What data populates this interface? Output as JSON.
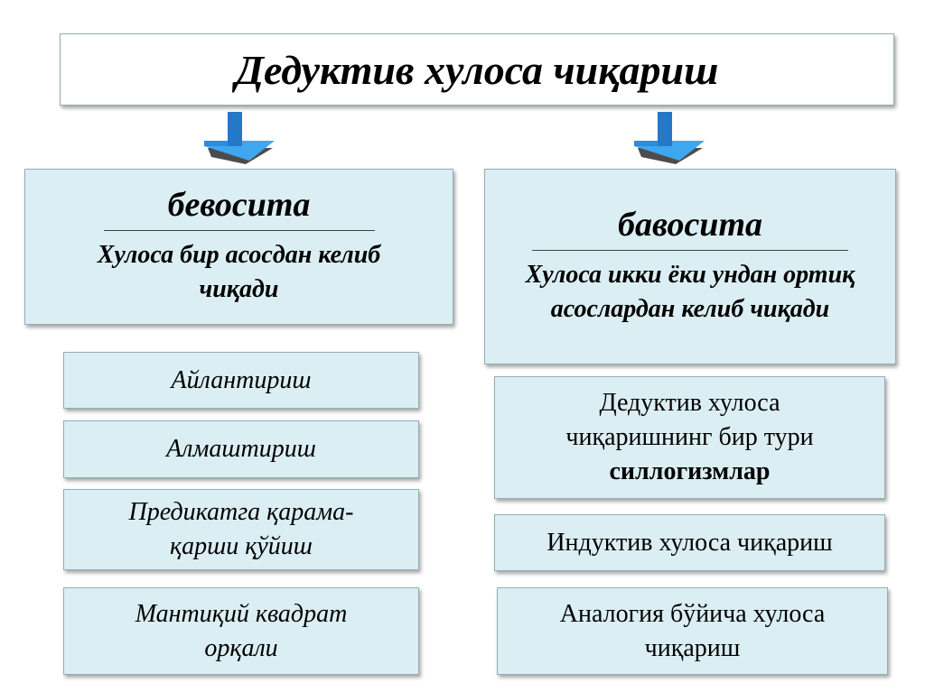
{
  "title": "Дедуктив хулоса чиқариш",
  "left": {
    "heading": "бевосита",
    "description": "Хулоса бир асосдан келиб чиқади",
    "items": [
      "Айлантириш",
      "Алмаштириш",
      "Предикатга қарама-қарши қўйиш",
      "Мантиқий квадрат орқали"
    ]
  },
  "right": {
    "heading": "бавосита",
    "description": "Хулоса икки ёки ундан ортиқ асослардан келиб чиқади",
    "items": [
      {
        "text": "Дедуктив хулоса чиқаришнинг бир тури",
        "bold": "силлогизмлар"
      },
      {
        "text": "Индуктив хулоса чиқариш"
      },
      {
        "text": "Аналогия бўйича хулоса чиқариш"
      }
    ]
  },
  "colors": {
    "box_fill": "#dbeef3",
    "arrow": "#2a8de0"
  }
}
